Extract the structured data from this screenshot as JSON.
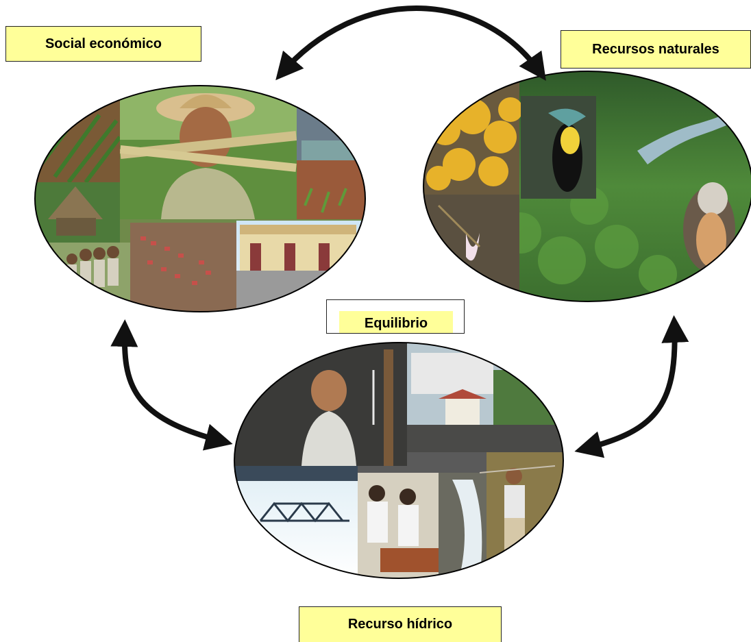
{
  "labels": {
    "social": "Social económico",
    "recursos_naturales": "Recursos naturales",
    "equilibrio": "Equilibrio",
    "recurso_hidrico": "Recurso hídrico"
  },
  "colors": {
    "label_fill": "#ffff99",
    "arrow": "#111111",
    "oval_border": "#000000"
  },
  "images": {
    "social": "photo collage: farmer carrying sugar cane, crops, thatched hut, family, aerial town view, school building",
    "natural": "photo collage: yellow flowering tree, toucan, orchid, river through forest, harpy eagle",
    "water": "photo collage: girl at water pipe, canal lock with ship, dam spillway with bridge, lab technicians, waterfall, woman with fish"
  }
}
